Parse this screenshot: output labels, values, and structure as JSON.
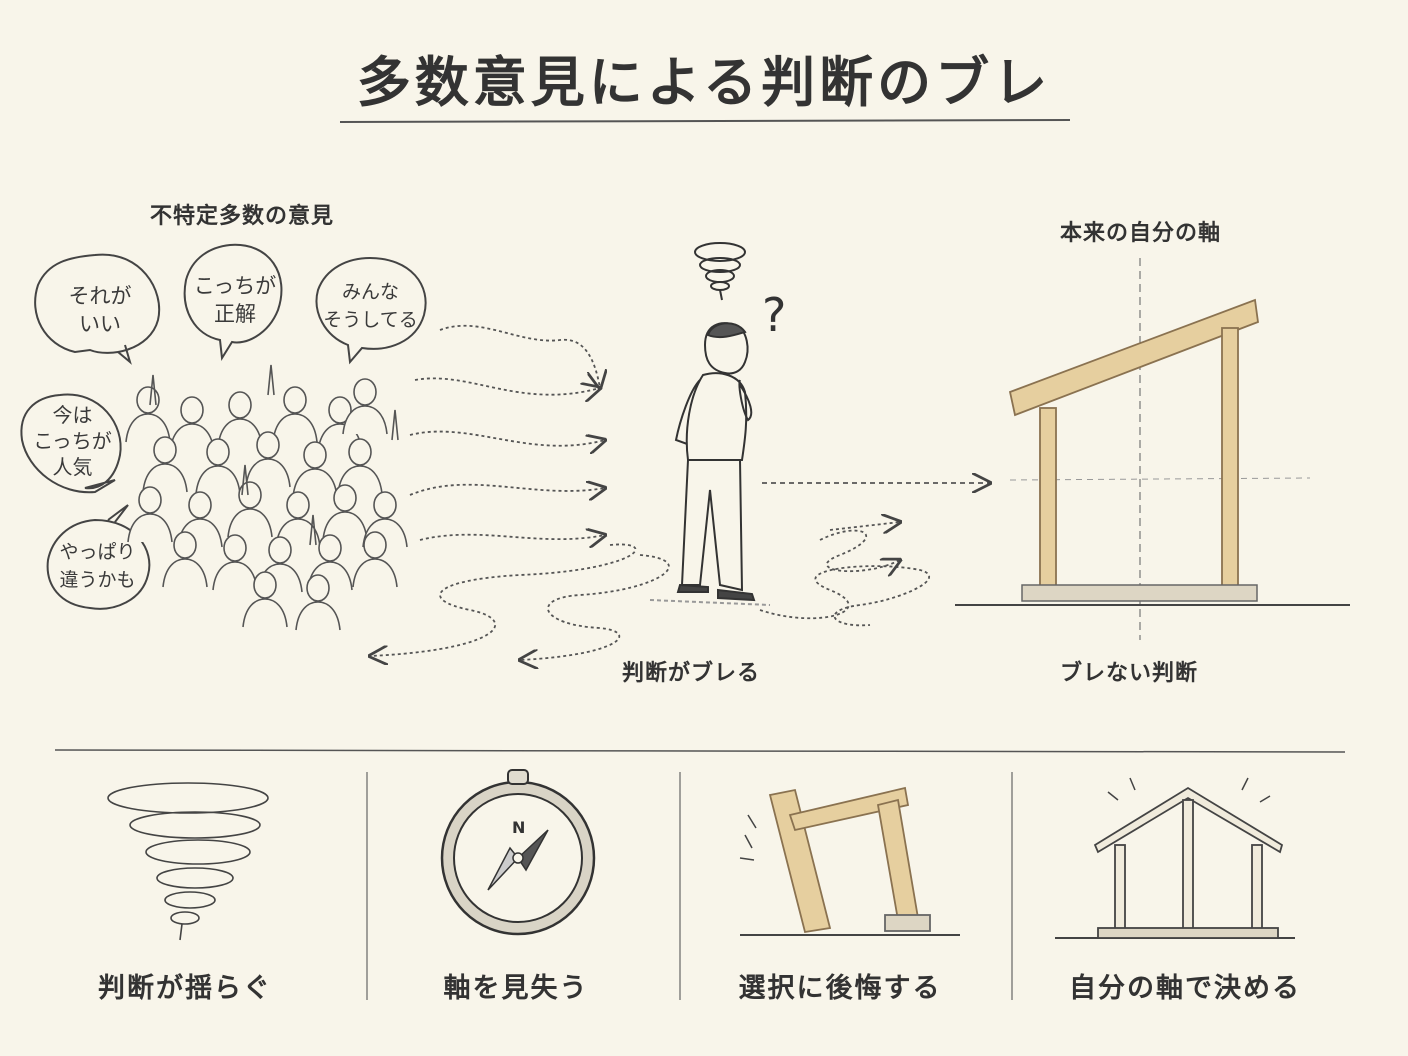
{
  "title": "多数意見による判断のブレ",
  "crowd_label": "不特定多数の意見",
  "speech_bubbles": [
    {
      "line1": "それが",
      "line2": "いい"
    },
    {
      "line1": "こっちが",
      "line2": "正解"
    },
    {
      "line1": "みんな",
      "line2": "そうしてる"
    },
    {
      "line1": "今は",
      "line2": "こっちが",
      "line3": "人気"
    },
    {
      "line1": "やっぱり",
      "line2": "違うかも"
    }
  ],
  "question_mark": "?",
  "person_label": "判断がブレる",
  "axis_title": "本来の自分の軸",
  "axis_label": "ブレない判断",
  "compass_n": "N",
  "bottom_items": [
    {
      "icon": "tornado-icon",
      "label": "判断が揺らぐ"
    },
    {
      "icon": "compass-icon",
      "label": "軸を見失う"
    },
    {
      "icon": "collapsed-frame-icon",
      "label": "選択に後悔する"
    },
    {
      "icon": "house-frame-icon",
      "label": "自分の軸で決める"
    }
  ],
  "colors": {
    "background": "#f8f5ea",
    "ink": "#333333",
    "wood": "#e6cf9f",
    "wood_line": "#8a7250"
  }
}
